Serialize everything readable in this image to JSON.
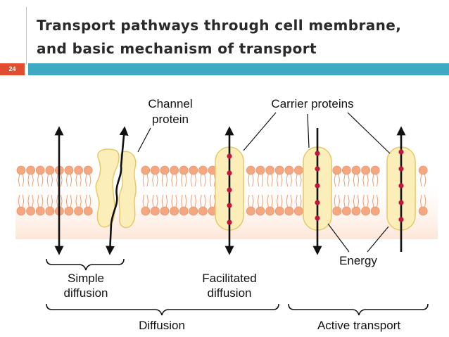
{
  "slide": {
    "title_line1": "Transport pathways through cell membrane,",
    "title_line2": "and basic mechanism of transport",
    "slide_number": "24"
  },
  "diagram": {
    "labels": {
      "channel_protein_1": "Channel",
      "channel_protein_2": "protein",
      "carrier_proteins": "Carrier proteins",
      "simple_diffusion_1": "Simple",
      "simple_diffusion_2": "diffusion",
      "facilitated_diffusion_1": "Facilitated",
      "facilitated_diffusion_2": "diffusion",
      "energy": "Energy",
      "diffusion": "Diffusion",
      "active_transport": "Active transport"
    }
  },
  "colors": {
    "title_bar": "#3fa9c1",
    "number_box": "#e04e2e",
    "lipid_head": "#f3a882",
    "protein_fill": "#fbeeb8",
    "protein_stroke": "#e6c86a",
    "solute_dot": "#c0163b"
  }
}
